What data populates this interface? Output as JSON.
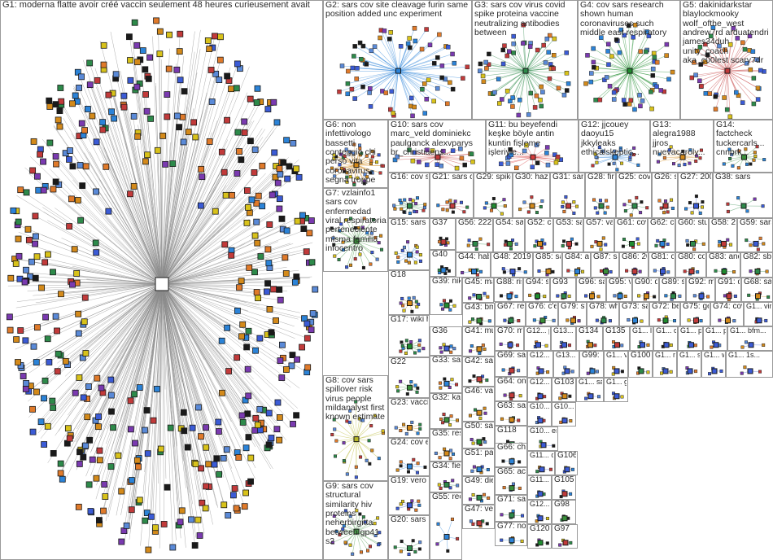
{
  "groups": [
    {
      "id": "G1",
      "label": "G1: moderna flatte avoir créé vaccin seulement 48 heures curieusement avait",
      "nodes": 500,
      "color": "#3b5bd6"
    },
    {
      "id": "G2",
      "label": "G2: sars cov site cleavage furin same position added unc experiment",
      "nodes": 70,
      "color": "#2b83d8"
    },
    {
      "id": "G3",
      "label": "G3: sars cov virus covid spike proteina vaccine neutralizing antibodies between",
      "nodes": 60,
      "color": "#2d8a4a"
    },
    {
      "id": "G4",
      "label": "G4: cov sars research shown human coronaviruses such middle east respiratory",
      "nodes": 60,
      "color": "#1f8c2e"
    },
    {
      "id": "G5",
      "label": "G5: dakinidarkstar blaylockmooky wolf_ofthe_west andrew7rd arduatendri james34duh unity_coach aka_c00lest scary7dr",
      "nodes": 45,
      "color": "#c23a3a"
    },
    {
      "id": "G6",
      "label": "G6: non infettivologo bassetti conteggio chi perso vita coronavirus segna troppe",
      "nodes": 45,
      "color": "#d48a1a"
    },
    {
      "id": "G7",
      "label": "G7: vzlainfo1 sars cov enfermedad viral respiratoria perteneciente misma familia infocentro",
      "nodes": 30,
      "color": "#3a8f3a"
    },
    {
      "id": "G8",
      "label": "G8: cov sars spillover risk virus people mildanalyst first known estimate",
      "nodes": 28,
      "color": "#b6b62a"
    },
    {
      "id": "G9",
      "label": "G9: sars cov structural similarity hiv proteins neherbirgitta between gp41 s2",
      "nodes": 25,
      "color": "#4a9a4a"
    },
    {
      "id": "G10",
      "label": "G10: sars cov marc_veld dominiekc paulganck alexvparys br_christiaens...",
      "nodes": 20,
      "color": "#c23a3a"
    },
    {
      "id": "G11",
      "label": "G11: bu beyefendi keşke böyle antin kuntin fişleme işleriyle...",
      "nodes": 20,
      "color": "#d83a3a"
    },
    {
      "id": "G12",
      "label": "G12: jjcouey daoyu15 jkkyleaks ethicalskeptic...",
      "nodes": 20,
      "color": "#2b83d8"
    },
    {
      "id": "G13",
      "label": "G13: alegra1988 jjros nuevacaroly...",
      "nodes": 15,
      "color": "#d48a1a"
    },
    {
      "id": "G14",
      "label": "G14: factcheck tuckercarls... cnnbrk...",
      "nodes": 15,
      "color": "#3a8f3a"
    },
    {
      "id": "G15",
      "label": "G15: sars cov included reporte...",
      "nodes": 14,
      "color": "#2b83d8"
    },
    {
      "id": "G16",
      "label": "G16: cov sars",
      "nodes": 18,
      "color": "#2d8a4a"
    },
    {
      "id": "G17",
      "label": "G17: wiki hiv jump",
      "nodes": 12,
      "color": "#1f8c2e"
    },
    {
      "id": "G18",
      "label": "G18",
      "nodes": 10,
      "color": "#d48a1a"
    },
    {
      "id": "G19",
      "label": "G19: vero cells",
      "nodes": 8,
      "color": "#3b5bd6"
    },
    {
      "id": "G20",
      "label": "G20: sars cov",
      "nodes": 8,
      "color": "#2d8a4a"
    },
    {
      "id": "G21",
      "label": "G21: sars cov inhibidor...",
      "nodes": 10,
      "color": "#c23a3a"
    },
    {
      "id": "G22",
      "label": "G22",
      "nodes": 8,
      "color": "#3a8f3a"
    },
    {
      "id": "G23",
      "label": "G23: vaccina antibodi...",
      "nodes": 8,
      "color": "#d48a1a"
    },
    {
      "id": "G24",
      "label": "G24: cov effect immuno...",
      "nodes": 8,
      "color": "#2b83d8"
    },
    {
      "id": "G25",
      "label": "G25: cov sars drneils...",
      "nodes": 8,
      "color": "#2d8a4a"
    },
    {
      "id": "G26",
      "label": "G26: sars",
      "nodes": 7,
      "color": "#c23a3a"
    },
    {
      "id": "G27",
      "label": "G27: 2003 jinniadi...",
      "nodes": 7,
      "color": "#3b5bd6"
    },
    {
      "id": "G28",
      "label": "G28: final version...",
      "nodes": 7,
      "color": "#2d8a4a"
    },
    {
      "id": "G29",
      "label": "G29: spikepr...",
      "nodes": 7,
      "color": "#1f8c2e"
    },
    {
      "id": "G30",
      "label": "G30: hazard... hse...",
      "nodes": 7,
      "color": "#d48a1a"
    },
    {
      "id": "G31",
      "label": "G31: same tmmm...",
      "nodes": 7,
      "color": "#c23a3a"
    },
    {
      "id": "G32",
      "label": "G32: karl_l... sars...",
      "nodes": 6,
      "color": "#3a8f3a"
    },
    {
      "id": "G33",
      "label": "G33: sars cov flu",
      "nodes": 6,
      "color": "#2b83d8"
    },
    {
      "id": "G34",
      "label": "G34: fiefira cov...",
      "nodes": 6,
      "color": "#2d8a4a"
    },
    {
      "id": "G35",
      "label": "G35: resp iga",
      "nodes": 6,
      "color": "#d48a1a"
    },
    {
      "id": "G36",
      "label": "G36",
      "nodes": 6,
      "color": "#3b5bd6"
    },
    {
      "id": "G37",
      "label": "G37",
      "nodes": 6,
      "color": "#c23a3a"
    },
    {
      "id": "G38",
      "label": "G38: sars",
      "nodes": 6,
      "color": "#2d8a4a"
    },
    {
      "id": "G39",
      "label": "G39: nikdy",
      "nodes": 6,
      "color": "#1f8c2e"
    },
    {
      "id": "G40",
      "label": "G40",
      "nodes": 6,
      "color": "#2b83d8"
    },
    {
      "id": "G41",
      "label": "G41: muore",
      "nodes": 5,
      "color": "#d48a1a"
    },
    {
      "id": "G42",
      "label": "G42: sars...",
      "nodes": 5,
      "color": "#c23a3a"
    },
    {
      "id": "G43",
      "label": "G43: bmj_b...",
      "nodes": 5,
      "color": "#3a8f3a"
    },
    {
      "id": "G44",
      "label": "G44: haber...",
      "nodes": 5,
      "color": "#2b83d8"
    },
    {
      "id": "G45",
      "label": "G45: many...",
      "nodes": 5,
      "color": "#2d8a4a"
    },
    {
      "id": "G46",
      "label": "G46: vanan...",
      "nodes": 5,
      "color": "#d48a1a"
    },
    {
      "id": "G47",
      "label": "G47: verurs",
      "nodes": 5,
      "color": "#c23a3a"
    },
    {
      "id": "G48",
      "label": "G48: 2019...",
      "nodes": 5,
      "color": "#3b5bd6"
    },
    {
      "id": "G49",
      "label": "G49: die...",
      "nodes": 5,
      "color": "#2d8a4a"
    },
    {
      "id": "G50",
      "label": "G50: sars...",
      "nodes": 5,
      "color": "#1f8c2e"
    },
    {
      "id": "G51",
      "label": "G51: pande...",
      "nodes": 5,
      "color": "#2b83d8"
    },
    {
      "id": "G52",
      "label": "G52: conta...",
      "nodes": 5,
      "color": "#d48a1a"
    },
    {
      "id": "G53",
      "label": "G53: sars...",
      "nodes": 5,
      "color": "#c23a3a"
    },
    {
      "id": "G54",
      "label": "G54: sars...",
      "nodes": 5,
      "color": "#3a8f3a"
    },
    {
      "id": "G55",
      "label": "G55: recep...",
      "nodes": 5,
      "color": "#2b83d8"
    },
    {
      "id": "G56",
      "label": "G56: 222n...",
      "nodes": 5,
      "color": "#2d8a4a"
    },
    {
      "id": "G57",
      "label": "G57: vacci...",
      "nodes": 5,
      "color": "#d48a1a"
    },
    {
      "id": "G58",
      "label": "G58: 2012...",
      "nodes": 5,
      "color": "#c23a3a"
    },
    {
      "id": "G59",
      "label": "G59: sars...",
      "nodes": 5,
      "color": "#3b5bd6"
    },
    {
      "id": "G60",
      "label": "G60: study...",
      "nodes": 5,
      "color": "#2d8a4a"
    },
    {
      "id": "G61",
      "label": "G61: cov...",
      "nodes": 5,
      "color": "#1f8c2e"
    },
    {
      "id": "G62",
      "label": "G62: cov...",
      "nodes": 5,
      "color": "#2b83d8"
    },
    {
      "id": "G63",
      "label": "G63: sars...",
      "nodes": 4,
      "color": "#d48a1a"
    },
    {
      "id": "G64",
      "label": "G64: ont...",
      "nodes": 4,
      "color": "#c23a3a"
    },
    {
      "id": "G65",
      "label": "G65: acce...",
      "nodes": 4,
      "color": "#3a8f3a"
    },
    {
      "id": "G66",
      "label": "G66: chall...",
      "nodes": 4,
      "color": "#2b83d8"
    },
    {
      "id": "G67",
      "label": "G67: relixb...",
      "nodes": 4,
      "color": "#2d8a4a"
    },
    {
      "id": "G68",
      "label": "G68: sars...",
      "nodes": 4,
      "color": "#d48a1a"
    },
    {
      "id": "G69",
      "label": "G69: sars...",
      "nodes": 4,
      "color": "#c23a3a"
    },
    {
      "id": "G70",
      "label": "G70: more",
      "nodes": 4,
      "color": "#3b5bd6"
    },
    {
      "id": "G71",
      "label": "G71: sars...",
      "nodes": 4,
      "color": "#2d8a4a"
    },
    {
      "id": "G72",
      "label": "G72: bes",
      "nodes": 4,
      "color": "#1f8c2e"
    },
    {
      "id": "G73",
      "label": "G73: sars...",
      "nodes": 4,
      "color": "#2b83d8"
    },
    {
      "id": "G74",
      "label": "G74: cov...",
      "nodes": 4,
      "color": "#d48a1a"
    },
    {
      "id": "G75",
      "label": "G75: gege...",
      "nodes": 4,
      "color": "#c23a3a"
    },
    {
      "id": "G76",
      "label": "G76: c'est...",
      "nodes": 4,
      "color": "#3a8f3a"
    },
    {
      "id": "G77",
      "label": "G77: noss...",
      "nodes": 4,
      "color": "#2b83d8"
    },
    {
      "id": "G78",
      "label": "G78: whilst...",
      "nodes": 4,
      "color": "#2d8a4a"
    },
    {
      "id": "G79",
      "label": "G79: story...",
      "nodes": 4,
      "color": "#d48a1a"
    },
    {
      "id": "G80",
      "label": "G80: com...",
      "nodes": 4,
      "color": "#c23a3a"
    },
    {
      "id": "G81",
      "label": "G81: cov...",
      "nodes": 4,
      "color": "#3b5bd6"
    },
    {
      "id": "G82",
      "label": "G82: sbins...",
      "nodes": 4,
      "color": "#2d8a4a"
    },
    {
      "id": "G83",
      "label": "G83: andr...",
      "nodes": 4,
      "color": "#1f8c2e"
    },
    {
      "id": "G84",
      "label": "G84: apos...",
      "nodes": 4,
      "color": "#2b83d8"
    },
    {
      "id": "G85",
      "label": "G85: sars...",
      "nodes": 4,
      "color": "#d48a1a"
    },
    {
      "id": "G86",
      "label": "G86: 2019...",
      "nodes": 4,
      "color": "#c23a3a"
    },
    {
      "id": "G87",
      "label": "G87: sars...",
      "nodes": 4,
      "color": "#3a8f3a"
    },
    {
      "id": "G88",
      "label": "G88: risqu...",
      "nodes": 4,
      "color": "#2b83d8"
    },
    {
      "id": "G89",
      "label": "G89: sars",
      "nodes": 4,
      "color": "#2d8a4a"
    },
    {
      "id": "G90",
      "label": "G90: dat...",
      "nodes": 4,
      "color": "#d48a1a"
    },
    {
      "id": "G91",
      "label": "G91: die...",
      "nodes": 4,
      "color": "#c23a3a"
    },
    {
      "id": "G92",
      "label": "G92: mas...",
      "nodes": 4,
      "color": "#3b5bd6"
    },
    {
      "id": "G93",
      "label": "G93",
      "nodes": 4,
      "color": "#2d8a4a"
    },
    {
      "id": "G94",
      "label": "G94: sars...",
      "nodes": 4,
      "color": "#1f8c2e"
    },
    {
      "id": "G95",
      "label": "G95: vax...",
      "nodes": 4,
      "color": "#2b83d8"
    },
    {
      "id": "G96",
      "label": "G96: sato...",
      "nodes": 4,
      "color": "#d48a1a"
    },
    {
      "id": "G97",
      "label": "G97",
      "nodes": 3,
      "color": "#c23a3a"
    },
    {
      "id": "G98",
      "label": "G98",
      "nodes": 3,
      "color": "#3a8f3a"
    },
    {
      "id": "G99",
      "label": "G99: die",
      "nodes": 3,
      "color": "#2b83d8"
    },
    {
      "id": "G100",
      "label": "G100: virus",
      "nodes": 3,
      "color": "#2d8a4a"
    },
    {
      "id": "G103",
      "label": "G103",
      "nodes": 3,
      "color": "#d48a1a"
    },
    {
      "id": "G105",
      "label": "G105",
      "nodes": 3,
      "color": "#c23a3a"
    },
    {
      "id": "G106",
      "label": "G106",
      "nodes": 3,
      "color": "#3b5bd6"
    },
    {
      "id": "G118",
      "label": "G118",
      "nodes": 3,
      "color": "#2d8a4a"
    },
    {
      "id": "G120",
      "label": "G120",
      "nodes": 3,
      "color": "#1f8c2e"
    },
    {
      "id": "G125",
      "label": "G125",
      "nodes": 3,
      "color": "#2b83d8"
    },
    {
      "id": "G134",
      "label": "G134",
      "nodes": 3,
      "color": "#d48a1a"
    },
    {
      "id": "G135",
      "label": "G135",
      "nodes": 3,
      "color": "#c23a3a"
    }
  ],
  "extra_labels": {
    "G12a": "G12... puis... die",
    "G13a": "G13... huu...",
    "G13b": "G13... die",
    "G12b": "G12... vari...",
    "G12c": "G12... die...",
    "G10a": "G10... sars...",
    "G10b": "G10... uzn...",
    "G10c": "G10... em...",
    "G11a": "G11... cov...",
    "G11b": "G11... cat",
    "G12d": "G12... zele...",
    "G1a": "G1... virus",
    "G1b": "G1... cov...",
    "G1c": "G1... prot...",
    "G1d": "G1... plan",
    "G1e": "G1... bfm...",
    "G1f": "G1... wat",
    "G1g": "G1... 1s...",
    "G1h": "G1... sa...",
    "G1i": "G1... gp41...",
    "G1j": "G1... nlr...",
    "G1k": "G1... sar...",
    "G1l": "G1... lass...",
    "G1m": "G1... vfru..."
  }
}
